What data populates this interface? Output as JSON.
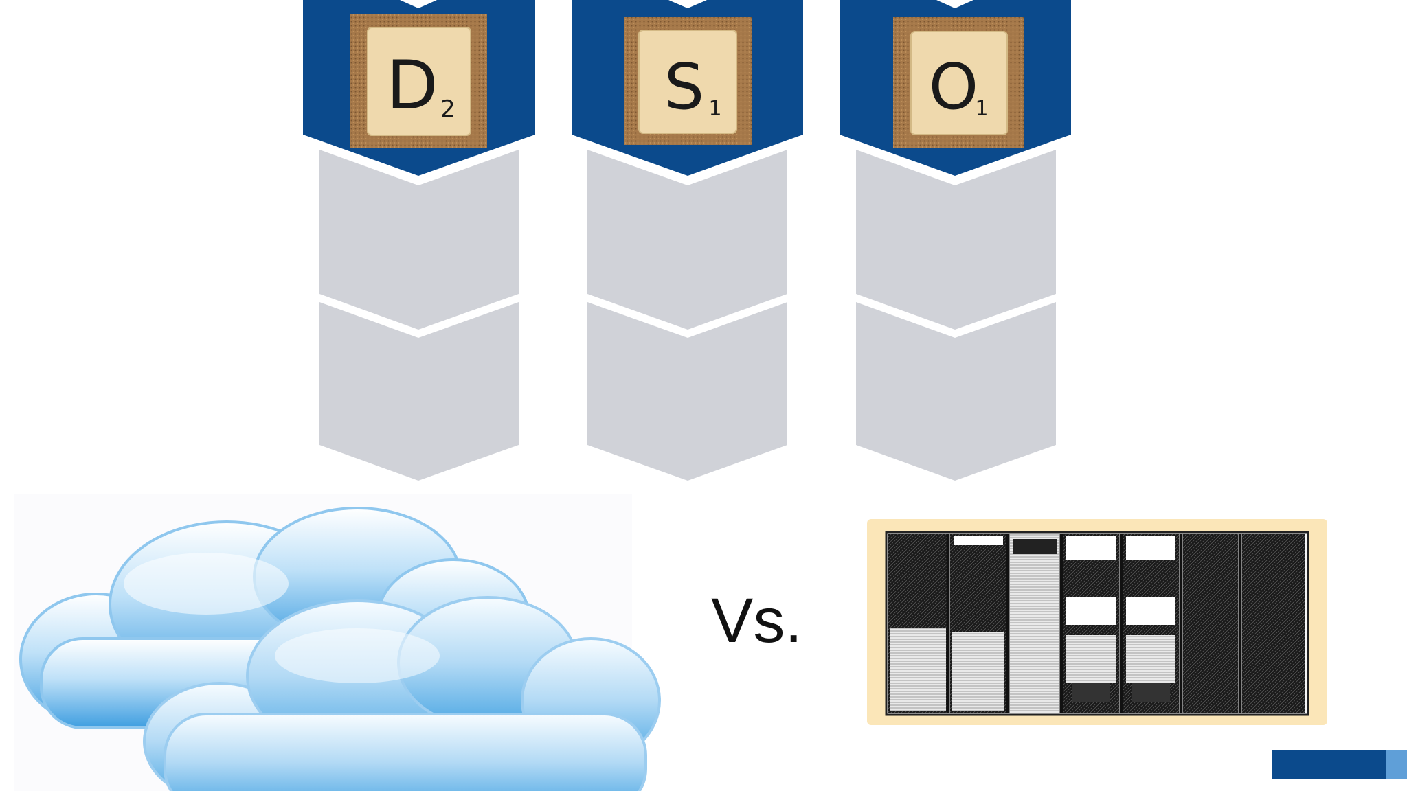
{
  "colors": {
    "primary_blue": "#0b4a8c",
    "chevron_gray": "#d0d2d8",
    "tile_face": "#efd9ad",
    "cork": "#a77a4a",
    "accent_light_blue": "#5f9fd8",
    "rack_frame": "#fbe3b0"
  },
  "columns": [
    {
      "tile": {
        "letter": "D",
        "points": "2"
      },
      "steps": [
        "",
        ""
      ]
    },
    {
      "tile": {
        "letter": "S",
        "points": "1"
      },
      "steps": [
        "",
        ""
      ]
    },
    {
      "tile": {
        "letter": "O",
        "points": "1"
      },
      "steps": [
        "",
        ""
      ]
    }
  ],
  "comparison": {
    "left": {
      "icon": "cloud-icon"
    },
    "label": "Vs.",
    "right": {
      "icon": "server-rack-icon"
    }
  }
}
